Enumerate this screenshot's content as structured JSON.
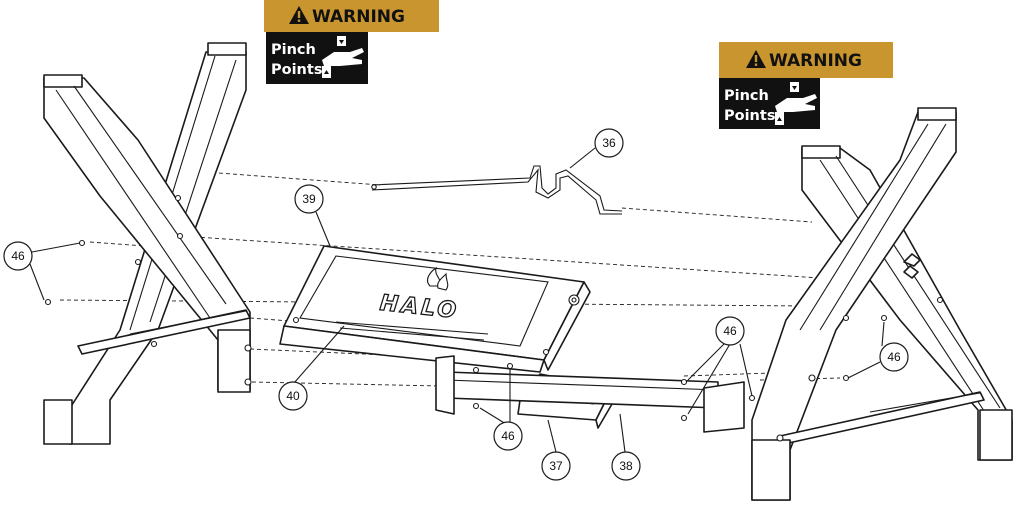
{
  "warnings": [
    {
      "header": "WARNING",
      "line1": "Pinch",
      "line2": "Points",
      "header_color": "#c9952f",
      "body_color": "#111111"
    },
    {
      "header": "WARNING",
      "line1": "Pinch",
      "line2": "Points",
      "header_color": "#c9952f",
      "body_color": "#111111"
    }
  ],
  "brand": "HALO",
  "callouts": {
    "c36": "36",
    "c39": "39",
    "c40": "40",
    "c37": "37",
    "c38": "38",
    "c46a": "46",
    "c46b": "46",
    "c46c": "46",
    "c46d": "46"
  },
  "icons": [
    "warning-triangle-icon",
    "pinch-hand-icon",
    "halo-flame-logo-icon"
  ]
}
